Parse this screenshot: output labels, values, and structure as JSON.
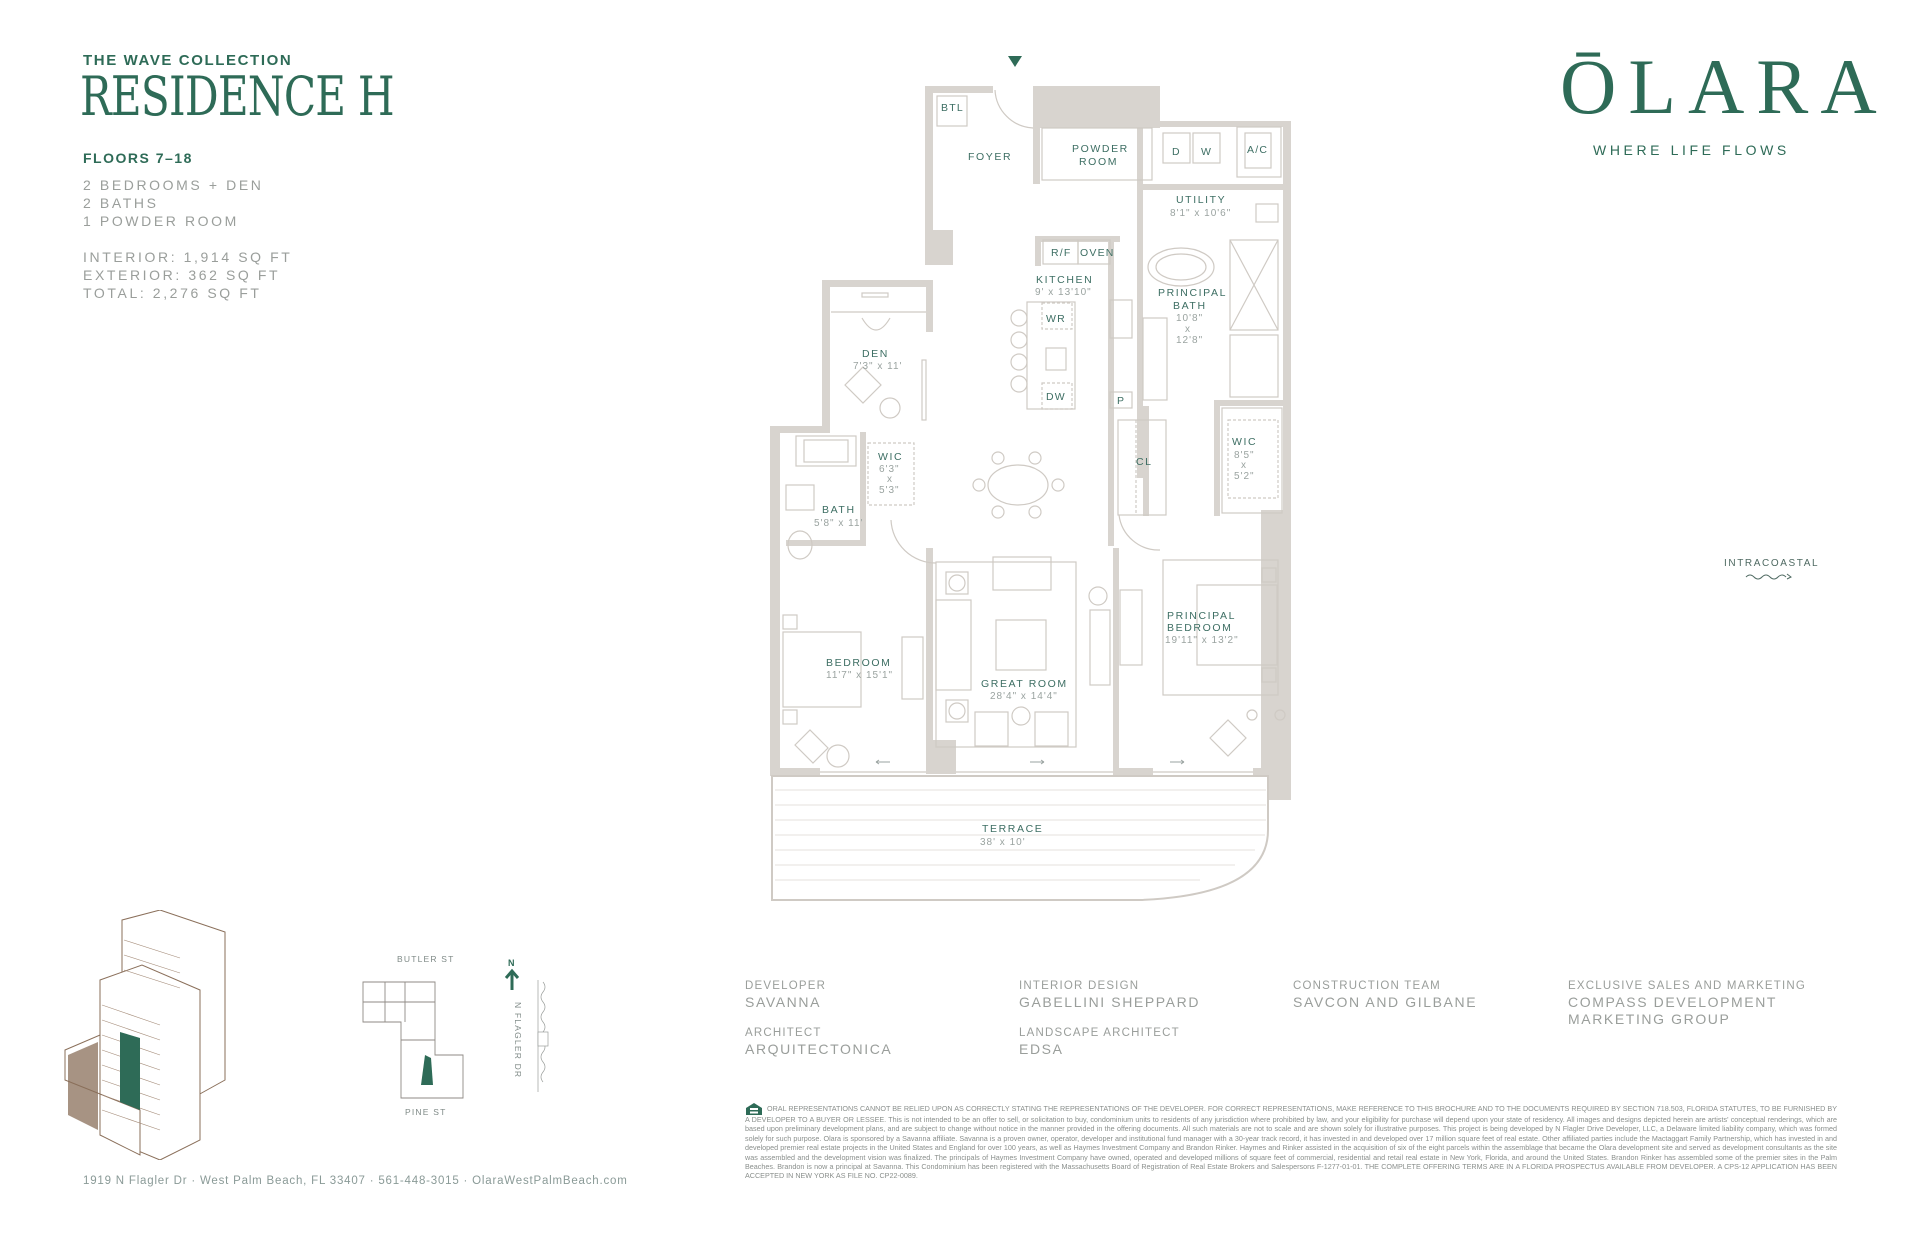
{
  "header": {
    "collection": "THE WAVE COLLECTION",
    "residence": "RESIDENCE H",
    "floors": "FLOORS 7–18",
    "layout": [
      "2 BEDROOMS + DEN",
      "2 BATHS",
      "1 POWDER ROOM"
    ],
    "areas": [
      "INTERIOR: 1,914 SQ FT",
      "EXTERIOR: 362 SQ FT",
      "TOTAL: 2,276 SQ FT"
    ]
  },
  "brand": {
    "logo": "ŌLARA",
    "tagline": "WHERE LIFE FLOWS",
    "accent_color": "#2e6b57",
    "wall_color": "#d8d4cf"
  },
  "orientation": {
    "water_label": "INTRACOASTAL",
    "entry_marker": "entry-triangle"
  },
  "floorplan": {
    "rooms": [
      {
        "name": "FOYER",
        "dims": ""
      },
      {
        "name": "BTL",
        "dims": ""
      },
      {
        "name": "POWDER ROOM",
        "line1": "POWDER",
        "line2": "ROOM",
        "dims": ""
      },
      {
        "name": "UTILITY",
        "dims": "8'1\" x 10'6\""
      },
      {
        "name": "KITCHEN",
        "dims": "9' x 13'10\""
      },
      {
        "name": "PRINCIPAL BATH",
        "line1": "PRINCIPAL",
        "line2": "BATH",
        "dims_l1": "10'8\"",
        "dims_l2": "x",
        "dims_l3": "12'8\""
      },
      {
        "name": "DEN",
        "dims": "7'3\" x 11'"
      },
      {
        "name": "WIC",
        "dims_l1": "6'3\"",
        "dims_l2": "x",
        "dims_l3": "5'3\""
      },
      {
        "name": "BATH",
        "dims": "5'8\" x 11'"
      },
      {
        "name": "CL",
        "dims": ""
      },
      {
        "name": "WIC",
        "dims_l1": "8'5\"",
        "dims_l2": "x",
        "dims_l3": "5'2\""
      },
      {
        "name": "BEDROOM",
        "dims": "11'7\" x 15'1\""
      },
      {
        "name": "GREAT ROOM",
        "dims": "28'4\" x 14'4\""
      },
      {
        "name": "PRINCIPAL BEDROOM",
        "line1": "PRINCIPAL",
        "line2": "BEDROOM",
        "dims": "19'11\" x 13'2\""
      },
      {
        "name": "TERRACE",
        "dims": "38' x 10'"
      }
    ],
    "fixtures": {
      "dryer": "D",
      "washer": "W",
      "ac": "A/C",
      "refrigerator": "R/F",
      "oven": "OVEN",
      "wine_refrigerator": "WR",
      "dishwasher": "DW",
      "pantry": "P"
    }
  },
  "site_map": {
    "north": "N",
    "streets": {
      "north": "BUTLER ST",
      "south": "PINE ST",
      "east": "N FLAGLER DR"
    }
  },
  "credits": [
    {
      "label": "DEVELOPER",
      "value": "SAVANNA"
    },
    {
      "label": "ARCHITECT",
      "value": "ARQUITECTONICA"
    },
    {
      "label": "INTERIOR DESIGN",
      "value": "GABELLINI SHEPPARD"
    },
    {
      "label": "LANDSCAPE ARCHITECT",
      "value": "EDSA"
    },
    {
      "label": "CONSTRUCTION TEAM",
      "value": "SAVCON AND GILBANE"
    },
    {
      "label": "EXCLUSIVE SALES AND MARKETING",
      "value_l1": "COMPASS DEVELOPMENT",
      "value_l2": "MARKETING GROUP"
    }
  ],
  "footer": {
    "address": "1919 N Flagler Dr  ·  West Palm Beach, FL 33407  ·  561-448-3015  ·  OlaraWestPalmBeach.com",
    "legal": "ORAL REPRESENTATIONS CANNOT BE RELIED UPON AS CORRECTLY STATING THE REPRESENTATIONS OF THE DEVELOPER. FOR CORRECT REPRESENTATIONS, MAKE REFERENCE TO THIS BROCHURE AND TO THE DOCUMENTS REQUIRED BY SECTION 718.503, FLORIDA STATUTES, TO BE FURNISHED BY A DEVELOPER TO A BUYER OR LESSEE. This is not intended to be an offer to sell, or solicitation to buy, condominium units to residents of any jurisdiction where prohibited by law, and your eligibility for purchase will depend upon your state of residency. All images and designs depicted herein are artists' conceptual renderings, which are based upon preliminary development plans, and are subject to change without notice in the manner provided in the offering documents. All such materials are not to scale and are shown solely for illustrative purposes. This project is being developed by N Flagler Drive Developer, LLC, a Delaware limited liability company, which was formed solely for such purpose. Olara is sponsored by a Savanna affiliate. Savanna is a proven owner, operator, developer and institutional fund manager with a 30-year track record, it has invested in and developed over 17 million square feet of real estate. Other affiliated parties include the Mactaggart Family Partnership, which has invested in and developed premier real estate projects in the United States and England for over 100 years, as well as Haymes Investment Company and Brandon Rinker. Haymes and Rinker assisted in the acquisition of six of the eight parcels within the assemblage that became the Olara development site and served as development consultants as the site was assembled and the development vision was finalized. The principals of Haymes Investment Company have owned, operated and developed millions of square feet of commercial, residential and retail real estate in New York, Florida, and around the United States. Brandon Rinker has assembled some of the premier sites in the Palm Beaches. Brandon is now a principal at Savanna. This Condominium has been registered with the Massachusetts Board of Registration of Real Estate Brokers and Salespersons F-1277-01-01. THE COMPLETE OFFERING TERMS ARE IN A FLORIDA PROSPECTUS AVAILABLE FROM DEVELOPER. A CPS-12 APPLICATION HAS BEEN ACCEPTED IN NEW YORK AS FILE NO. CP22-0089.",
    "equal_housing_icon": "equal-housing-icon"
  }
}
